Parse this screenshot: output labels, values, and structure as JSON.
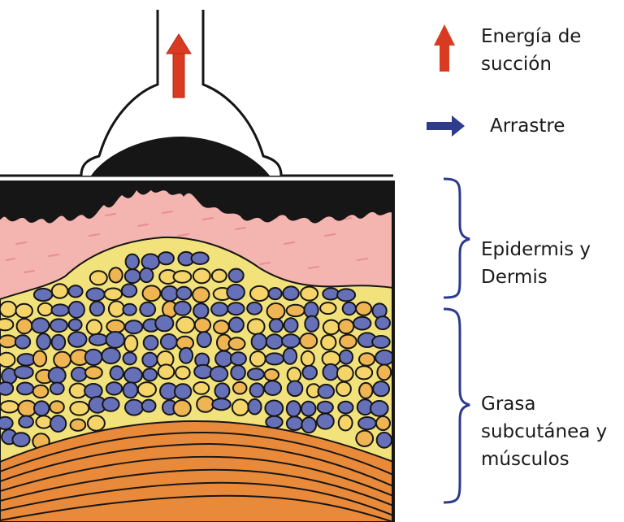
{
  "legend": {
    "suction_line1": "Energía de",
    "suction_line2": "succión",
    "drag": "Arrastre"
  },
  "layers": {
    "epidermis_line1": "Epidermis y",
    "epidermis_line2": "Dermis",
    "fat_line1": "Grasa",
    "fat_line2": "subcutánea y",
    "fat_line3": "músculos"
  },
  "colors": {
    "suction_arrow": "#d93a22",
    "drag_arrow": "#2f3c8e",
    "brace": "#2a3a8e",
    "dermis": "#f4b5b0",
    "fat_matrix": "#f2e27c",
    "fat_blue_cell": "#6670b8",
    "fat_yellow_cell": "#f5d46a",
    "fat_orange_cell": "#efb552",
    "muscle": "#e98a3a",
    "outline": "#161616"
  }
}
